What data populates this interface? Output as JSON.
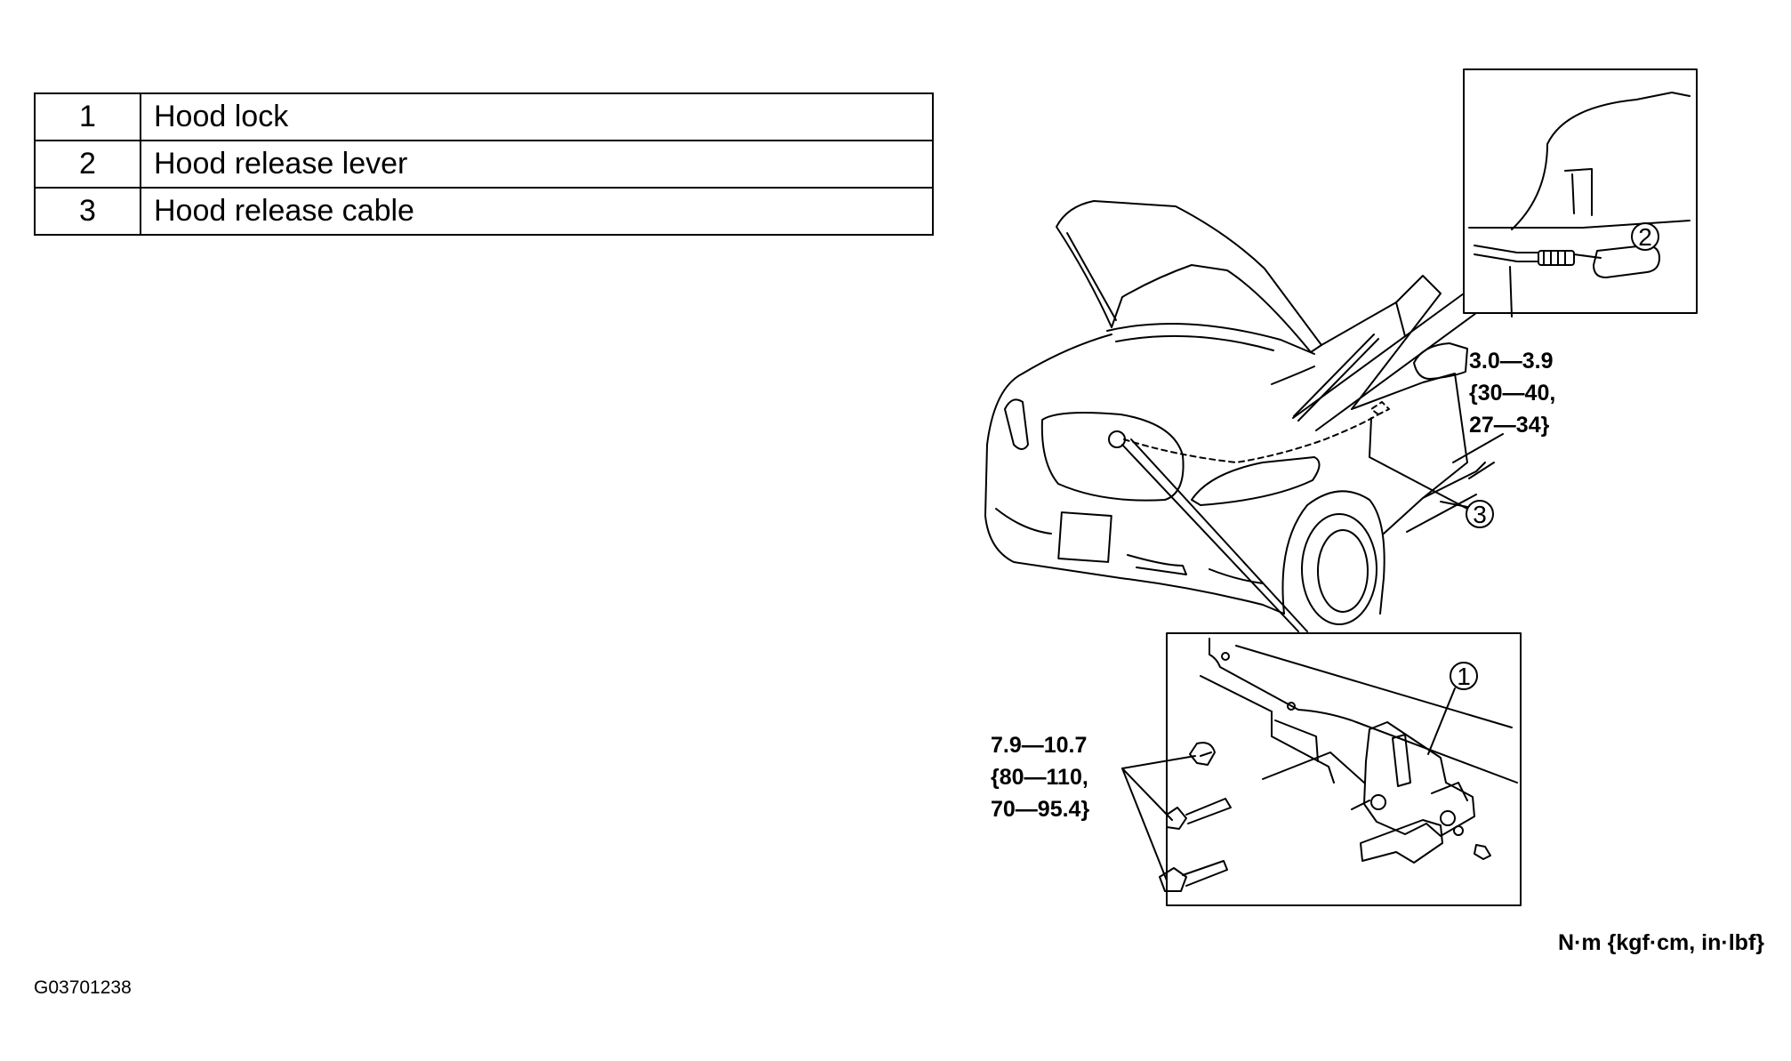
{
  "legend": [
    {
      "num": "1",
      "label": "Hood lock"
    },
    {
      "num": "2",
      "label": "Hood release lever"
    },
    {
      "num": "3",
      "label": "Hood release cable"
    }
  ],
  "callouts": {
    "c1": "1",
    "c2": "2",
    "c3": "3"
  },
  "torque_lever": [
    "3.0—3.9",
    "{30—40,",
    "27—34}"
  ],
  "torque_lock": [
    "7.9—10.7",
    "{80—110,",
    "70—95.4}"
  ],
  "units": "N·m {kgf·cm, in·lbf}",
  "figure_id": "G03701238"
}
